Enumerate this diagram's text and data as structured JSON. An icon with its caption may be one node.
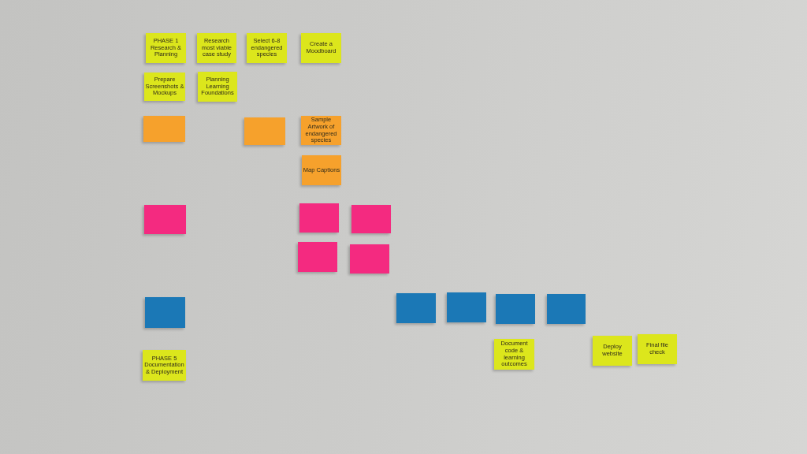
{
  "diagram": {
    "nodes": [
      {
        "text": [
          "PHASE 1 Research & Planning"
        ]
      },
      {
        "text": [
          "Research most viable case study"
        ]
      },
      {
        "text": [
          "Select 6-8 endangered species"
        ]
      },
      {
        "text": [
          "Create a Moodboard"
        ]
      },
      {
        "text": [
          "Prepare Screenshots & Mockups"
        ]
      },
      {
        "text": [
          "Planning Learning Foundations"
        ]
      },
      {
        "text": [],
        "shape": "box"
      },
      {
        "text": [],
        "shape": "box"
      },
      {
        "text": [
          "Sample Artwork of endangered species"
        ]
      },
      {
        "text": [
          "Map Captions"
        ]
      },
      {
        "text": [],
        "shape": "box"
      },
      {
        "text": [],
        "shape": "box"
      },
      {
        "text": [],
        "shape": "box"
      },
      {
        "text": [],
        "shape": "box"
      },
      {
        "text": [],
        "shape": "box"
      },
      {
        "text": [],
        "shape": "box"
      },
      {
        "text": [
          "PHASE 5 Documentation & Deployment"
        ]
      },
      {
        "text": [],
        "shape": "box"
      },
      {
        "text": [],
        "shape": "box"
      },
      {
        "text": [],
        "shape": "box"
      },
      {
        "text": [],
        "shape": "box"
      },
      {
        "text": [
          "Document code & learning outcomes"
        ]
      },
      {
        "text": [
          "Deploy website"
        ]
      },
      {
        "text": [
          "Final file check"
        ]
      }
    ]
  }
}
